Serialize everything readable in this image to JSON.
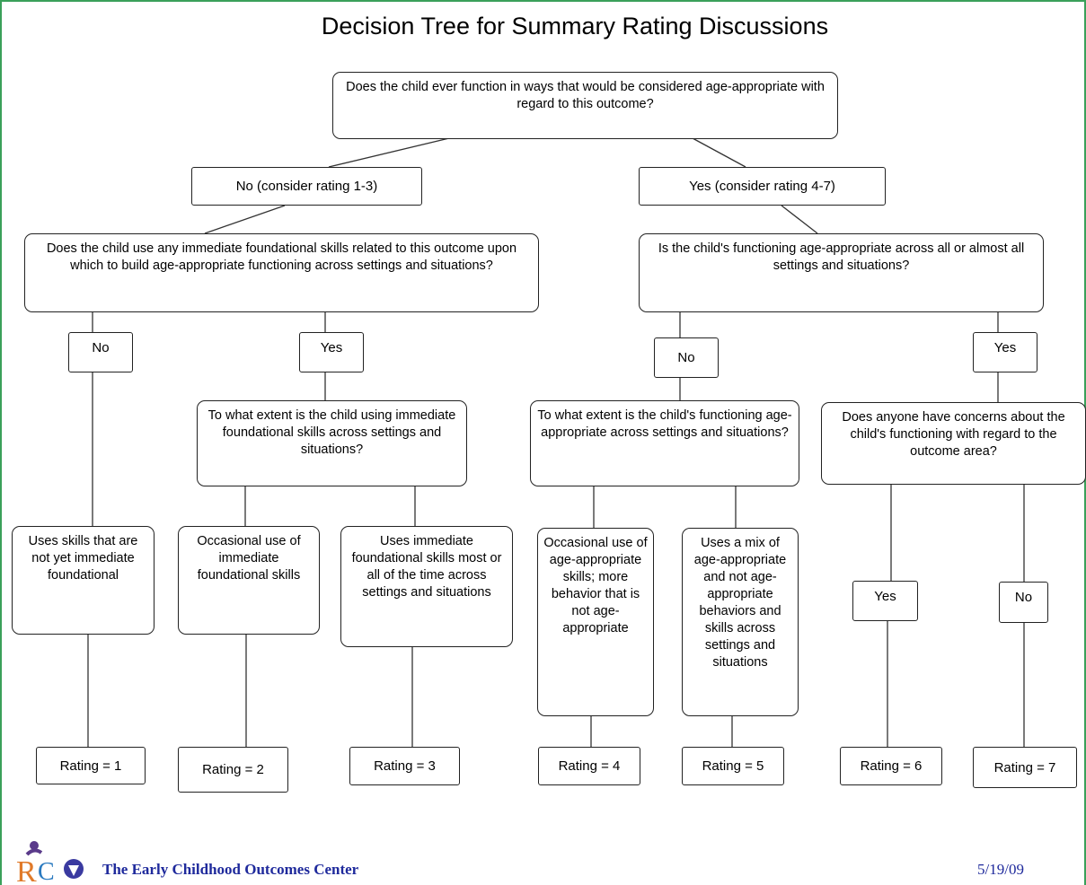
{
  "title": "Decision Tree for Summary Rating Discussions",
  "nodes": {
    "q_root": "Does the child ever function in ways that would be considered age-appropriate with regard to this outcome?",
    "no_branch": "No (consider rating 1-3)",
    "yes_branch": "Yes (consider rating 4-7)",
    "q_foundational": "Does the child use any immediate foundational skills related to this outcome upon which to build age-appropriate functioning across settings and situations?",
    "q_all_settings": "Is the child's functioning age-appropriate across all or almost all settings and situations?",
    "no_left": "No",
    "yes_left": "Yes",
    "no_right": "No",
    "yes_right": "Yes",
    "q_extent_foundational": "To what extent is the child using immediate foundational skills across settings and situations?",
    "q_extent_age": "To what extent is the child's functioning age-appropriate across settings and situations?",
    "q_concerns": "Does anyone have concerns about the child's functioning with regard to the outcome area?",
    "d_1": "Uses skills that are not yet immediate foundational",
    "d_2": "Occasional use of immediate foundational skills",
    "d_3": "Uses immediate foundational skills most or all of the time across settings and situations",
    "d_4": "Occasional use of age-appropriate skills; more behavior that is not age-appropriate",
    "d_5": "Uses a mix of age-appropriate and not age-appropriate behaviors and skills across settings and situations",
    "yes_concern": "Yes",
    "no_concern": "No"
  },
  "ratings": [
    "Rating = 1",
    "Rating = 2",
    "Rating = 3",
    "Rating = 4",
    "Rating = 5",
    "Rating = 6",
    "Rating = 7"
  ],
  "footer": {
    "organization": "The Early Childhood Outcomes Center",
    "date": "5/19/09"
  },
  "colors": {
    "border": "#3aa05a",
    "footer_text": "#1f2a9c"
  }
}
